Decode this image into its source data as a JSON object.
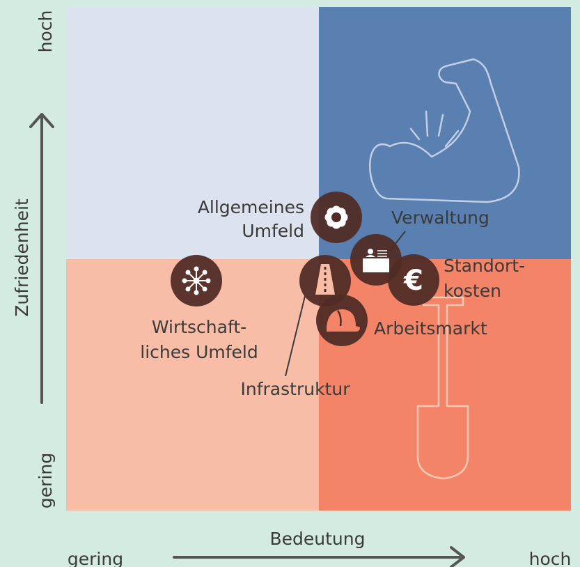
{
  "chart_data": {
    "type": "scatter",
    "title": "",
    "xlabel": "Bedeutung",
    "ylabel": "Zufriedenheit",
    "x_low": "gering",
    "x_high": "hoch",
    "y_low": "gering",
    "y_high": "hoch",
    "xlim": [
      0,
      1
    ],
    "ylim": [
      0,
      1
    ],
    "quadrant_split": {
      "x": 0.5,
      "y": 0.5
    },
    "quadrant_colors": {
      "top_left": "#dce3ee",
      "top_right": "#5a80b2",
      "bottom_left": "#f8bda6",
      "bottom_right": "#f48468"
    },
    "marker_color": "#512c26",
    "points": [
      {
        "name": "Allgemeines Umfeld",
        "label_lines": [
          "Allgemeines",
          "Umfeld"
        ],
        "x": 0.514,
        "y": 0.582,
        "icon": "flower-icon"
      },
      {
        "name": "Verwaltung",
        "label_lines": [
          "Verwaltung"
        ],
        "x": 0.61,
        "y": 0.51,
        "icon": "id-card-icon"
      },
      {
        "name": "Standortkosten",
        "label_lines": [
          "Standort-",
          "kosten"
        ],
        "x": 0.682,
        "y": 0.47,
        "icon": "euro-icon"
      },
      {
        "name": "Wirtschaftliches Umfeld",
        "label_lines": [
          "Wirtschaft-",
          "liches Umfeld"
        ],
        "x": 0.264,
        "y": 0.465,
        "icon": "network-icon"
      },
      {
        "name": "Infrastruktur",
        "label_lines": [
          "Infrastruktur"
        ],
        "x": 0.503,
        "y": 0.47,
        "icon": "road-icon"
      },
      {
        "name": "Arbeitsmarkt",
        "label_lines": [
          "Arbeitsmarkt"
        ],
        "x": 0.532,
        "y": 0.376,
        "icon": "hard-hat-icon"
      }
    ]
  },
  "decorations": {
    "top_right_icon": "flexed-arm-icon",
    "bottom_right_icon": "shovel-icon"
  }
}
